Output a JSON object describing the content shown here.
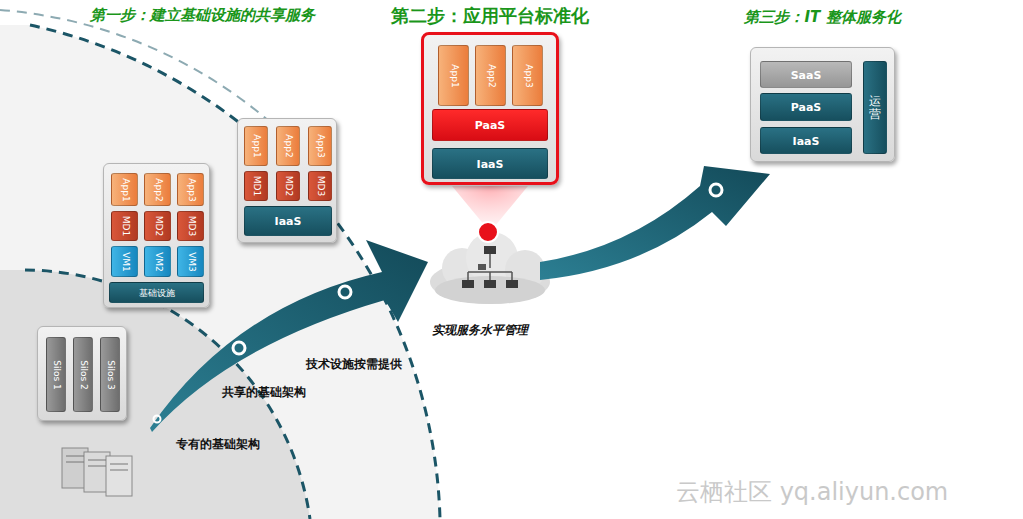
{
  "diagram": {
    "nodes": [
      {
        "text": []
      },
      {
        "text": [
          "Silos 1"
        ],
        "in": 0
      },
      {
        "text": [
          "Silos 2"
        ],
        "in": 0
      },
      {
        "text": [
          "Silos 3"
        ],
        "in": 0
      },
      {
        "text": []
      },
      {
        "text": [
          "App1"
        ],
        "in": 4
      },
      {
        "text": [
          "App2"
        ],
        "in": 4
      },
      {
        "text": [
          "App3"
        ],
        "in": 4
      },
      {
        "text": [
          "MD1"
        ],
        "in": 4
      },
      {
        "text": [
          "MD2"
        ],
        "in": 4
      },
      {
        "text": [
          "MD3"
        ],
        "in": 4
      },
      {
        "text": [
          "VM1"
        ],
        "in": 4
      },
      {
        "text": [
          "VM2"
        ],
        "in": 4
      },
      {
        "text": [
          "VM3"
        ],
        "in": 4
      },
      {
        "text": [
          "基础设施"
        ],
        "in": 4
      },
      {
        "text": []
      },
      {
        "text": [
          "App1"
        ],
        "in": 15
      },
      {
        "text": [
          "App2"
        ],
        "in": 15
      },
      {
        "text": [
          "App3"
        ],
        "in": 15
      },
      {
        "text": [
          "MD1"
        ],
        "in": 15
      },
      {
        "text": [
          "MD2"
        ],
        "in": 15
      },
      {
        "text": [
          "MD3"
        ],
        "in": 15
      },
      {
        "text": [
          "IaaS"
        ],
        "in": 15
      },
      {
        "text": [
          "第二步：应用平台标准化"
        ]
      },
      {
        "text": [
          "App1"
        ],
        "in": 23
      },
      {
        "text": [
          "App2"
        ],
        "in": 23
      },
      {
        "text": [
          "App3"
        ],
        "in": 23
      },
      {
        "text": [
          "PaaS"
        ],
        "in": 23
      },
      {
        "text": [
          "IaaS"
        ],
        "in": 23
      },
      {
        "text": [
          "第三步：IT 整体服务化"
        ]
      },
      {
        "text": [
          "SaaS"
        ],
        "in": 29
      },
      {
        "text": [
          "PaaS"
        ],
        "in": 29
      },
      {
        "text": [
          "IaaS"
        ],
        "in": 29
      },
      {
        "text": [
          "运营"
        ],
        "in": 29
      }
    ],
    "labels": [
      "第一步：建立基础设施的共享服务",
      "专有的基础架构",
      "共享的基础架构",
      "技术设施按需提供",
      "实现服务水平管理",
      "云栖社区 yq.aliyun.com"
    ]
  }
}
